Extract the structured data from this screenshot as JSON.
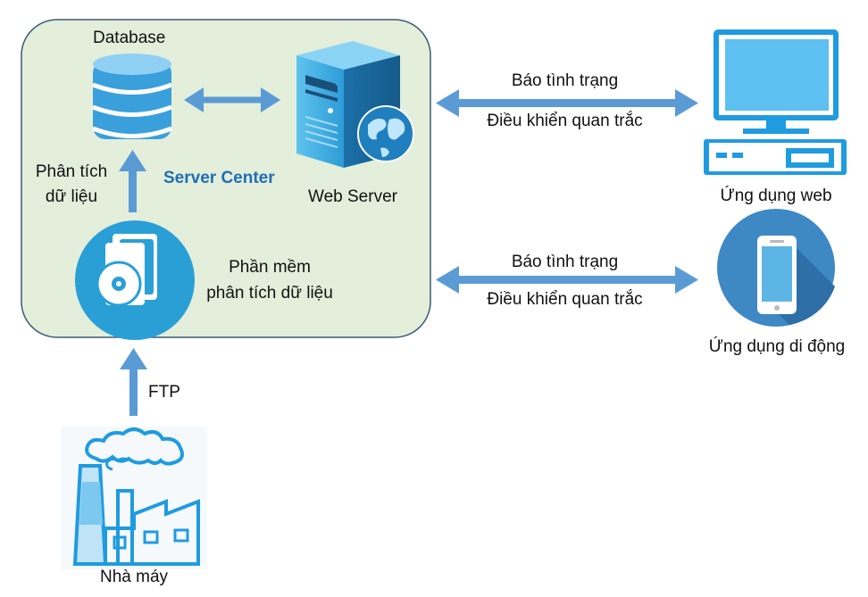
{
  "server_center": {
    "title": "Server Center",
    "database_label": "Database",
    "web_server_label": "Web Server",
    "analysis_step_label_line1": "Phân tích",
    "analysis_step_label_line2": "dữ liệu",
    "software_label_line1": "Phần mềm",
    "software_label_line2": "phân tích dữ liệu"
  },
  "links": {
    "web_status": "Báo tình trạng",
    "web_control": "Điều khiển quan trắc",
    "mobile_status": "Báo tình trạng",
    "mobile_control": "Điều khiển quan trắc",
    "ftp": "FTP"
  },
  "clients": {
    "web_app": "Ứng dụng web",
    "mobile_app": "Ứng dụng di động"
  },
  "factory": {
    "label": "Nhà máy"
  },
  "colors": {
    "panel_fill": "#e3eedb",
    "panel_border": "#3b5a78",
    "arrow": "#5b9bd5",
    "icon_blue": "#2a9fd6",
    "title_blue": "#1f6fb5"
  },
  "icons": [
    "database-icon",
    "web-server-icon",
    "globe-icon",
    "software-disc-icon",
    "monitor-icon",
    "smartphone-icon",
    "factory-icon"
  ]
}
